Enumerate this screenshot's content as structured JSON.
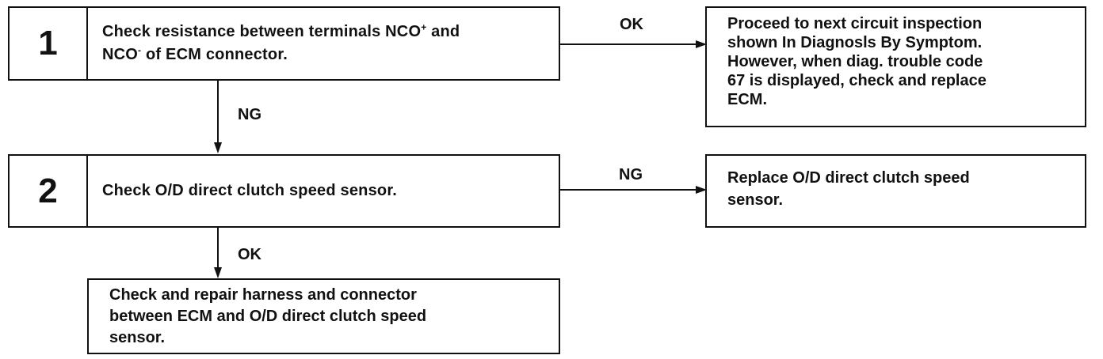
{
  "step1": {
    "number": "1",
    "text_a": "Check resistance between terminals NCO",
    "sup_a": "+",
    "text_b": " and",
    "text_c": "NCO",
    "sup_c": "-",
    "text_d": " of ECM connector."
  },
  "step2": {
    "number": "2",
    "text": "Check O/D direct clutch speed sensor."
  },
  "result_ok_1": {
    "lines": [
      "Proceed to next circuit inspection",
      "shown In Diagnosls By Symptom.",
      "However, when diag. trouble code",
      "67 is displayed, check and replace",
      "ECM."
    ]
  },
  "result_ng_2": {
    "lines": [
      "Replace O/D direct clutch speed",
      "sensor."
    ]
  },
  "final": {
    "lines": [
      "Check and repair harness and connector",
      "between ECM and O/D direct clutch speed",
      "sensor."
    ]
  },
  "labels": {
    "ok_1": "OK",
    "ng_1": "NG",
    "ng_2": "NG",
    "ok_2": "OK"
  }
}
